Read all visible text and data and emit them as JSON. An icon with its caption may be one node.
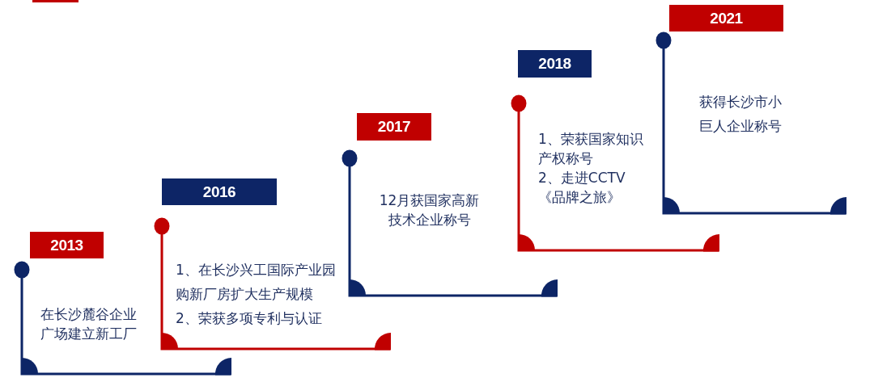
{
  "diagram": {
    "nodes": [
      {
        "text": [
          "2013",
          "在长沙麓谷企业广场建立新工厂"
        ]
      },
      {
        "text": [
          "2016",
          "1、在长沙兴工国际产业园购新厂房扩大生产规模",
          "2、荣获多项专利与认证"
        ]
      },
      {
        "text": [
          "2017",
          "12月获国家高新技术企业称号"
        ]
      },
      {
        "text": [
          "2018",
          "1、荣获国家知识产权称号",
          "2、走进CCTV《品牌之旅》"
        ]
      },
      {
        "text": [
          "2021",
          "获得长沙市小巨人企业称号"
        ]
      }
    ]
  }
}
